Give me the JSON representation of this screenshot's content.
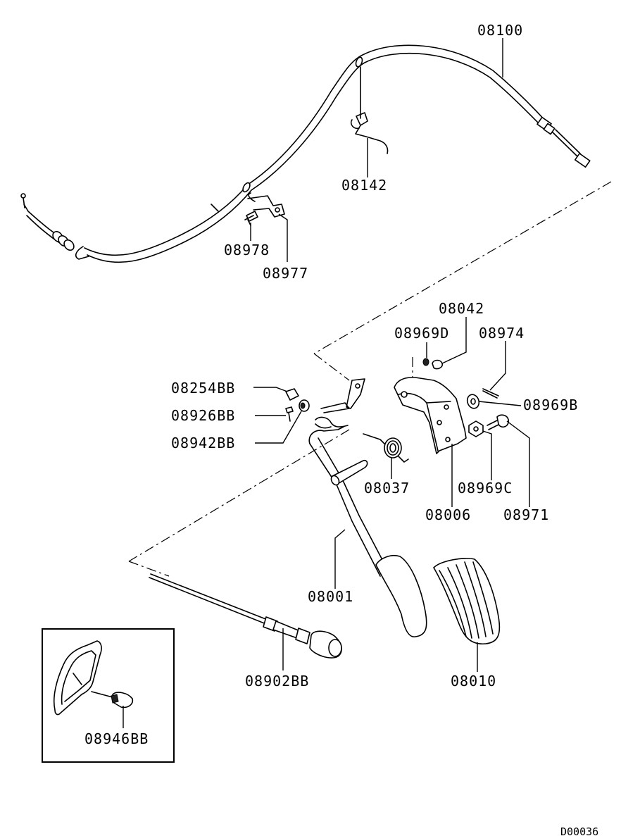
{
  "diagram": {
    "reference_code": "D00036",
    "labels": {
      "cable_main": "08100",
      "clip_upper": "08142",
      "bolt_small": "08978",
      "bracket_small": "08977",
      "nut_top": "08042",
      "clip_d": "08969D",
      "pin": "08974",
      "washer_b": "08969B",
      "stopper_bb": "08254BB",
      "screw_bb": "08926BB",
      "bushing_bb": "08942BB",
      "spring": "08037",
      "bracket_pedal": "08006",
      "nut_c": "08969C",
      "bolt_pivot": "08971",
      "pedal_arm": "08001",
      "pedal_pad": "08010",
      "hand_throttle": "08902BB",
      "inset_fastener": "08946BB"
    }
  }
}
